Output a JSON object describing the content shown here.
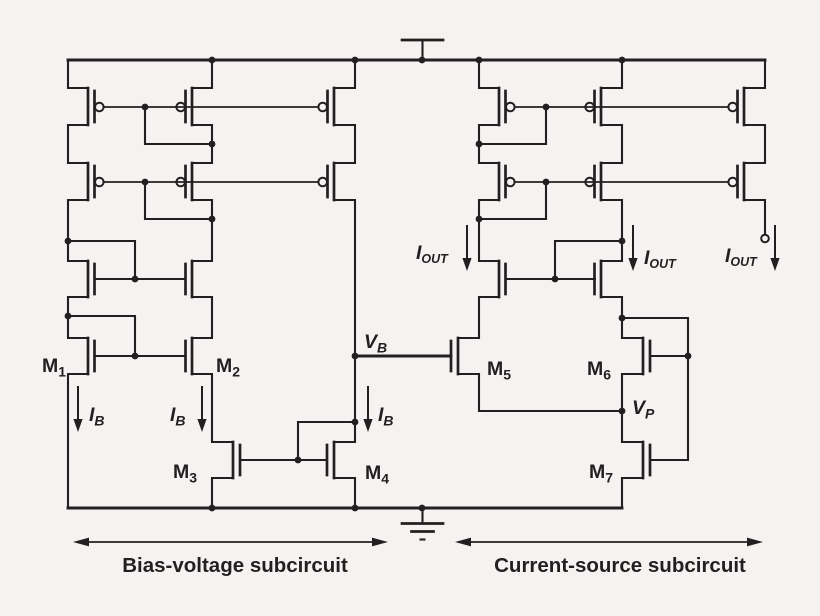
{
  "colors": {
    "background": "#f4f3f1",
    "line": "#231f20"
  },
  "transistors": {
    "m1": {
      "base": "M",
      "sub": "1"
    },
    "m2": {
      "base": "M",
      "sub": "2"
    },
    "m3": {
      "base": "M",
      "sub": "3"
    },
    "m4": {
      "base": "M",
      "sub": "4"
    },
    "m5": {
      "base": "M",
      "sub": "5"
    },
    "m6": {
      "base": "M",
      "sub": "6"
    },
    "m7": {
      "base": "M",
      "sub": "7"
    }
  },
  "currents": {
    "ib": {
      "base": "I",
      "sub": "B"
    },
    "iout": {
      "base": "I",
      "sub": "OUT"
    }
  },
  "nodes": {
    "vb": {
      "base": "V",
      "sub": "B"
    },
    "vp": {
      "base": "V",
      "sub": "P"
    }
  },
  "annotations": {
    "bias_voltage": "Bias-voltage subcircuit",
    "current_source": "Current-source subcircuit"
  },
  "icons": {
    "supply": "vdd-supply-icon",
    "ground": "ground-icon",
    "output": "output-terminal-icon"
  }
}
